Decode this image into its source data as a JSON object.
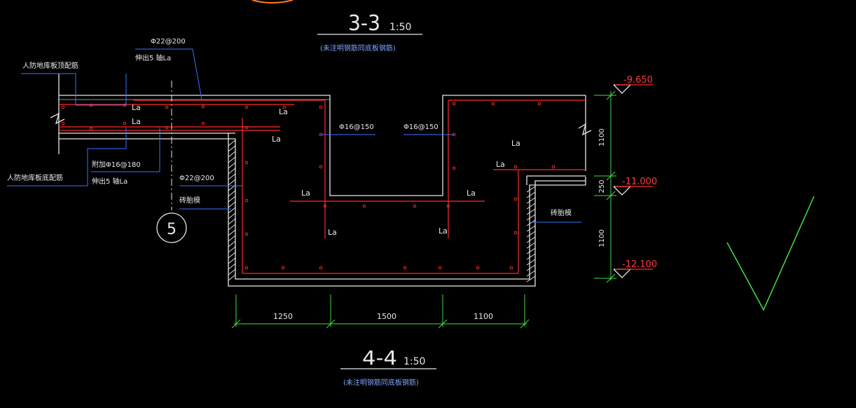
{
  "section_top": {
    "title": "3-3",
    "scale": "1:50",
    "note": "(未注明钢筋同底板钢筋)"
  },
  "section_bottom": {
    "title": "4-4",
    "scale": "1:50",
    "note": "(未注明钢筋同底板钢筋)"
  },
  "labels": {
    "top_rebar": "Φ22@200",
    "top_rebar_anchor": "伸出5 轴La",
    "left_top_note": "人防地库板顶配筋",
    "left_bottom_note": "人防地库板底配筋",
    "added_rebar": "附加Φ16@180",
    "added_rebar_anchor": "伸出5 轴La",
    "mid_rebar": "Φ22@200",
    "brick_left": "砖胎模",
    "brick_right": "砖胎模",
    "pit_rebar_left": "Φ16@150",
    "pit_rebar_right": "Φ16@150",
    "la": "La",
    "axis_marker": "5"
  },
  "dimensions": {
    "horizontal": [
      "1250",
      "1500",
      "1100"
    ],
    "vertical": [
      "1100",
      "250",
      "1100"
    ]
  },
  "elevations": [
    "-9.650",
    "-11.000",
    "-12.100"
  ],
  "colors": {
    "background": "#000000",
    "linework": "#e8e8e8",
    "rebar": "#ff2a2a",
    "leader": "#3a74ff",
    "dimension": "#44dd44"
  }
}
